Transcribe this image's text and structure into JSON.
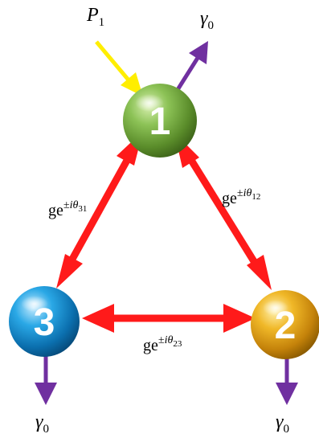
{
  "diagram": {
    "pump": {
      "label": "P",
      "subscript": "1"
    },
    "loss": {
      "label": "γ",
      "subscript": "0"
    },
    "nodes": [
      {
        "id": "node-1",
        "label": "1",
        "color": "#7fb34a"
      },
      {
        "id": "node-2",
        "label": "2",
        "color": "#e3a516"
      },
      {
        "id": "node-3",
        "label": "3",
        "color": "#1b93cf"
      }
    ],
    "couplings": {
      "c12": {
        "base": "ge",
        "sup": "±iθ",
        "sub": "12"
      },
      "c23": {
        "base": "ge",
        "sup": "±iθ",
        "sub": "23"
      },
      "c31": {
        "base": "ge",
        "sup": "±iθ",
        "sub": "31"
      }
    },
    "colors": {
      "coupling_arrow": "#ff1a1a",
      "pump_arrow": "#ffee00",
      "loss_arrow": "#7030a0"
    }
  }
}
